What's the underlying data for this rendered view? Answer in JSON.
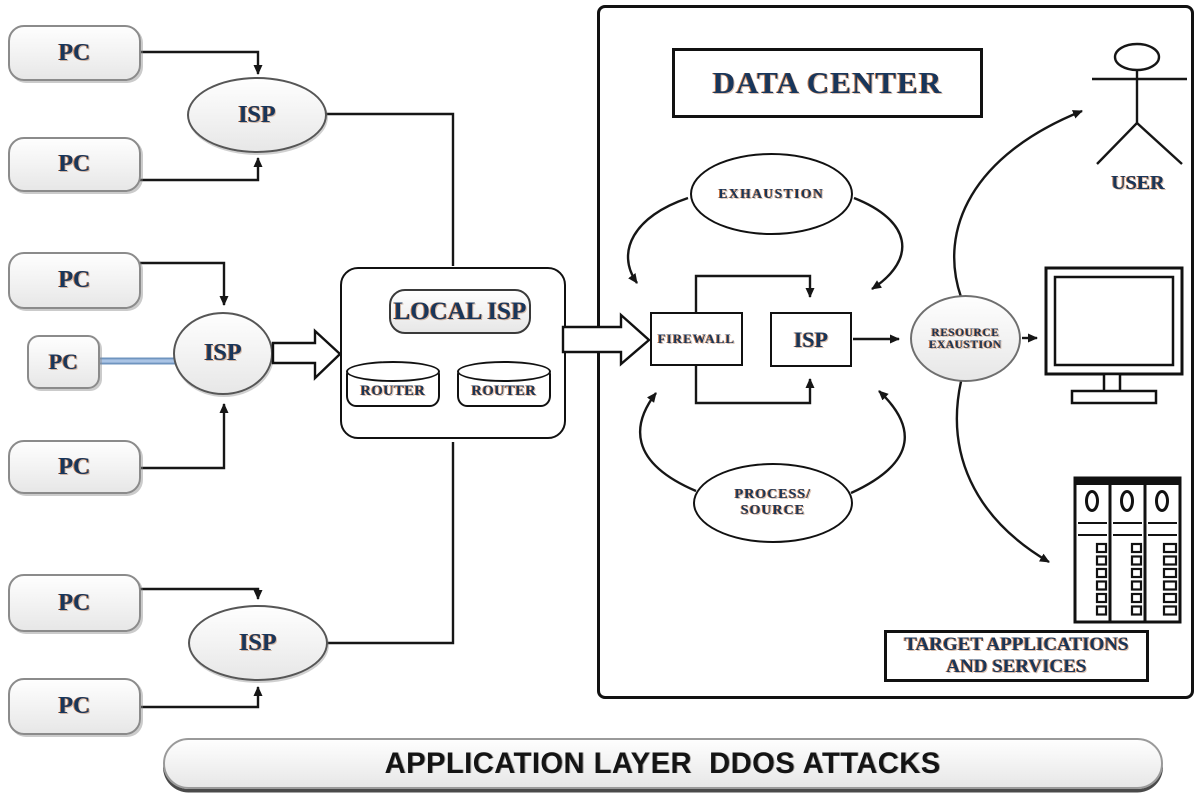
{
  "banner": {
    "label": "APPLICATION LAYER  DDOS ATTACKS"
  },
  "attackers": {
    "pcs": [
      {
        "label": "PC"
      },
      {
        "label": "PC"
      },
      {
        "label": "PC"
      },
      {
        "label": "PC"
      },
      {
        "label": "PC"
      },
      {
        "label": "PC"
      },
      {
        "label": "PC"
      }
    ],
    "isps": [
      {
        "label": "ISP"
      },
      {
        "label": "ISP"
      },
      {
        "label": "ISP"
      }
    ],
    "local_isp": {
      "title": "LOCAL ISP",
      "routers": [
        {
          "label": "ROUTER"
        },
        {
          "label": "ROUTER"
        }
      ]
    }
  },
  "data_center": {
    "title": "DATA CENTER",
    "exhaustion": {
      "label": "EXHAUSTION"
    },
    "firewall": {
      "label": "FIREWALL"
    },
    "isp": {
      "label": "ISP"
    },
    "process_source": {
      "line1": "PROCESS/",
      "line2": "SOURCE"
    },
    "resource_exaustion": {
      "line1": "RESOURCE",
      "line2": "EXAUSTION"
    },
    "user": {
      "label": "USER"
    },
    "target": {
      "line1": "TARGET APPLICATIONS",
      "line2": "AND SERVICES"
    }
  },
  "colors": {
    "label_navy": "#17365d",
    "label_shadow_orange": "#c55a11",
    "link_blue": "#95b3d7",
    "line_black": "#161616"
  }
}
